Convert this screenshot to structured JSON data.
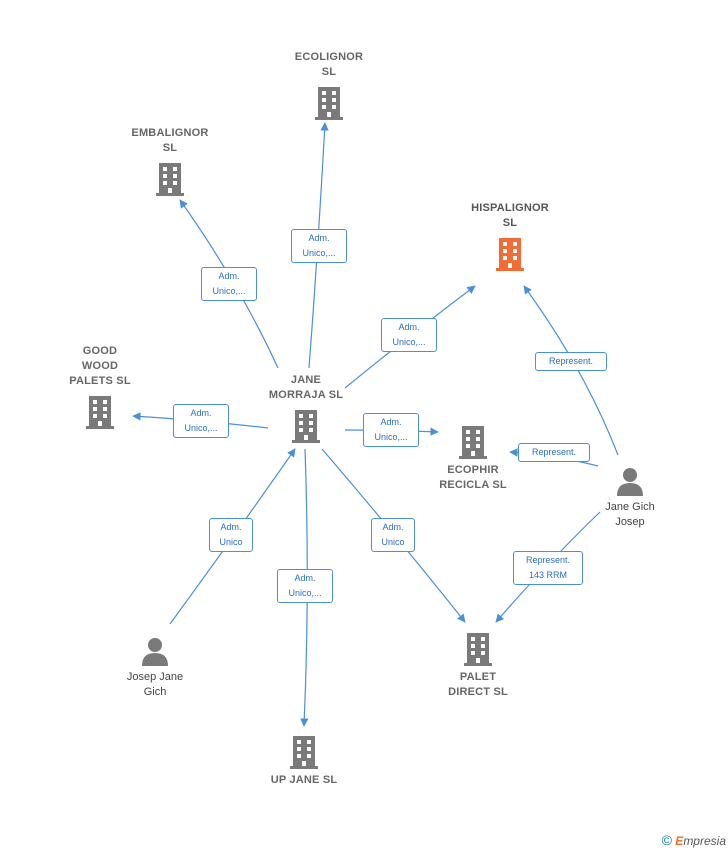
{
  "nodes": {
    "ecolignor": {
      "label": "ECOLIGNOR\nSL"
    },
    "embalignor": {
      "label": "EMBALIGNOR\nSL"
    },
    "hispalignor": {
      "label": "HISPALIGNOR\nSL",
      "color": "#f26d36"
    },
    "goodwood": {
      "label": "GOOD\nWOOD\nPALETS  SL"
    },
    "jane_morraja": {
      "label": "JANE\nMORRAJA  SL"
    },
    "ecophir": {
      "label": "ECOPHIR\nRECICLA  SL"
    },
    "jane_gich": {
      "label": "Jane Gich\nJosep"
    },
    "josep_jane": {
      "label": "Josep Jane\nGich"
    },
    "palet_direct": {
      "label": "PALET\nDIRECT SL"
    },
    "up_jane": {
      "label": "UP JANE  SL"
    }
  },
  "edge_labels": {
    "to_ecolignor": "Adm.\nUnico,...",
    "to_embalignor": "Adm.\nUnico,...",
    "to_hispalignor": "Adm.\nUnico,...",
    "to_goodwood": "Adm.\nUnico,...",
    "to_ecophir": "Adm.\nUnico,...",
    "josep_to_morraja": "Adm.\nUnico",
    "to_upjane": "Adm.\nUnico,...",
    "to_palet": "Adm.\nUnico",
    "gich_to_hispalignor": "Represent.",
    "gich_to_ecophir": "Represent.",
    "gich_to_palet": "Represent.\n143 RRM"
  },
  "colors": {
    "building": "#7a7a7a",
    "highlight": "#f26d36",
    "edge": "#4a90d9",
    "person": "#7a7a7a"
  },
  "brand": {
    "copyright": "©",
    "e": "E",
    "rest": "mpresia"
  }
}
